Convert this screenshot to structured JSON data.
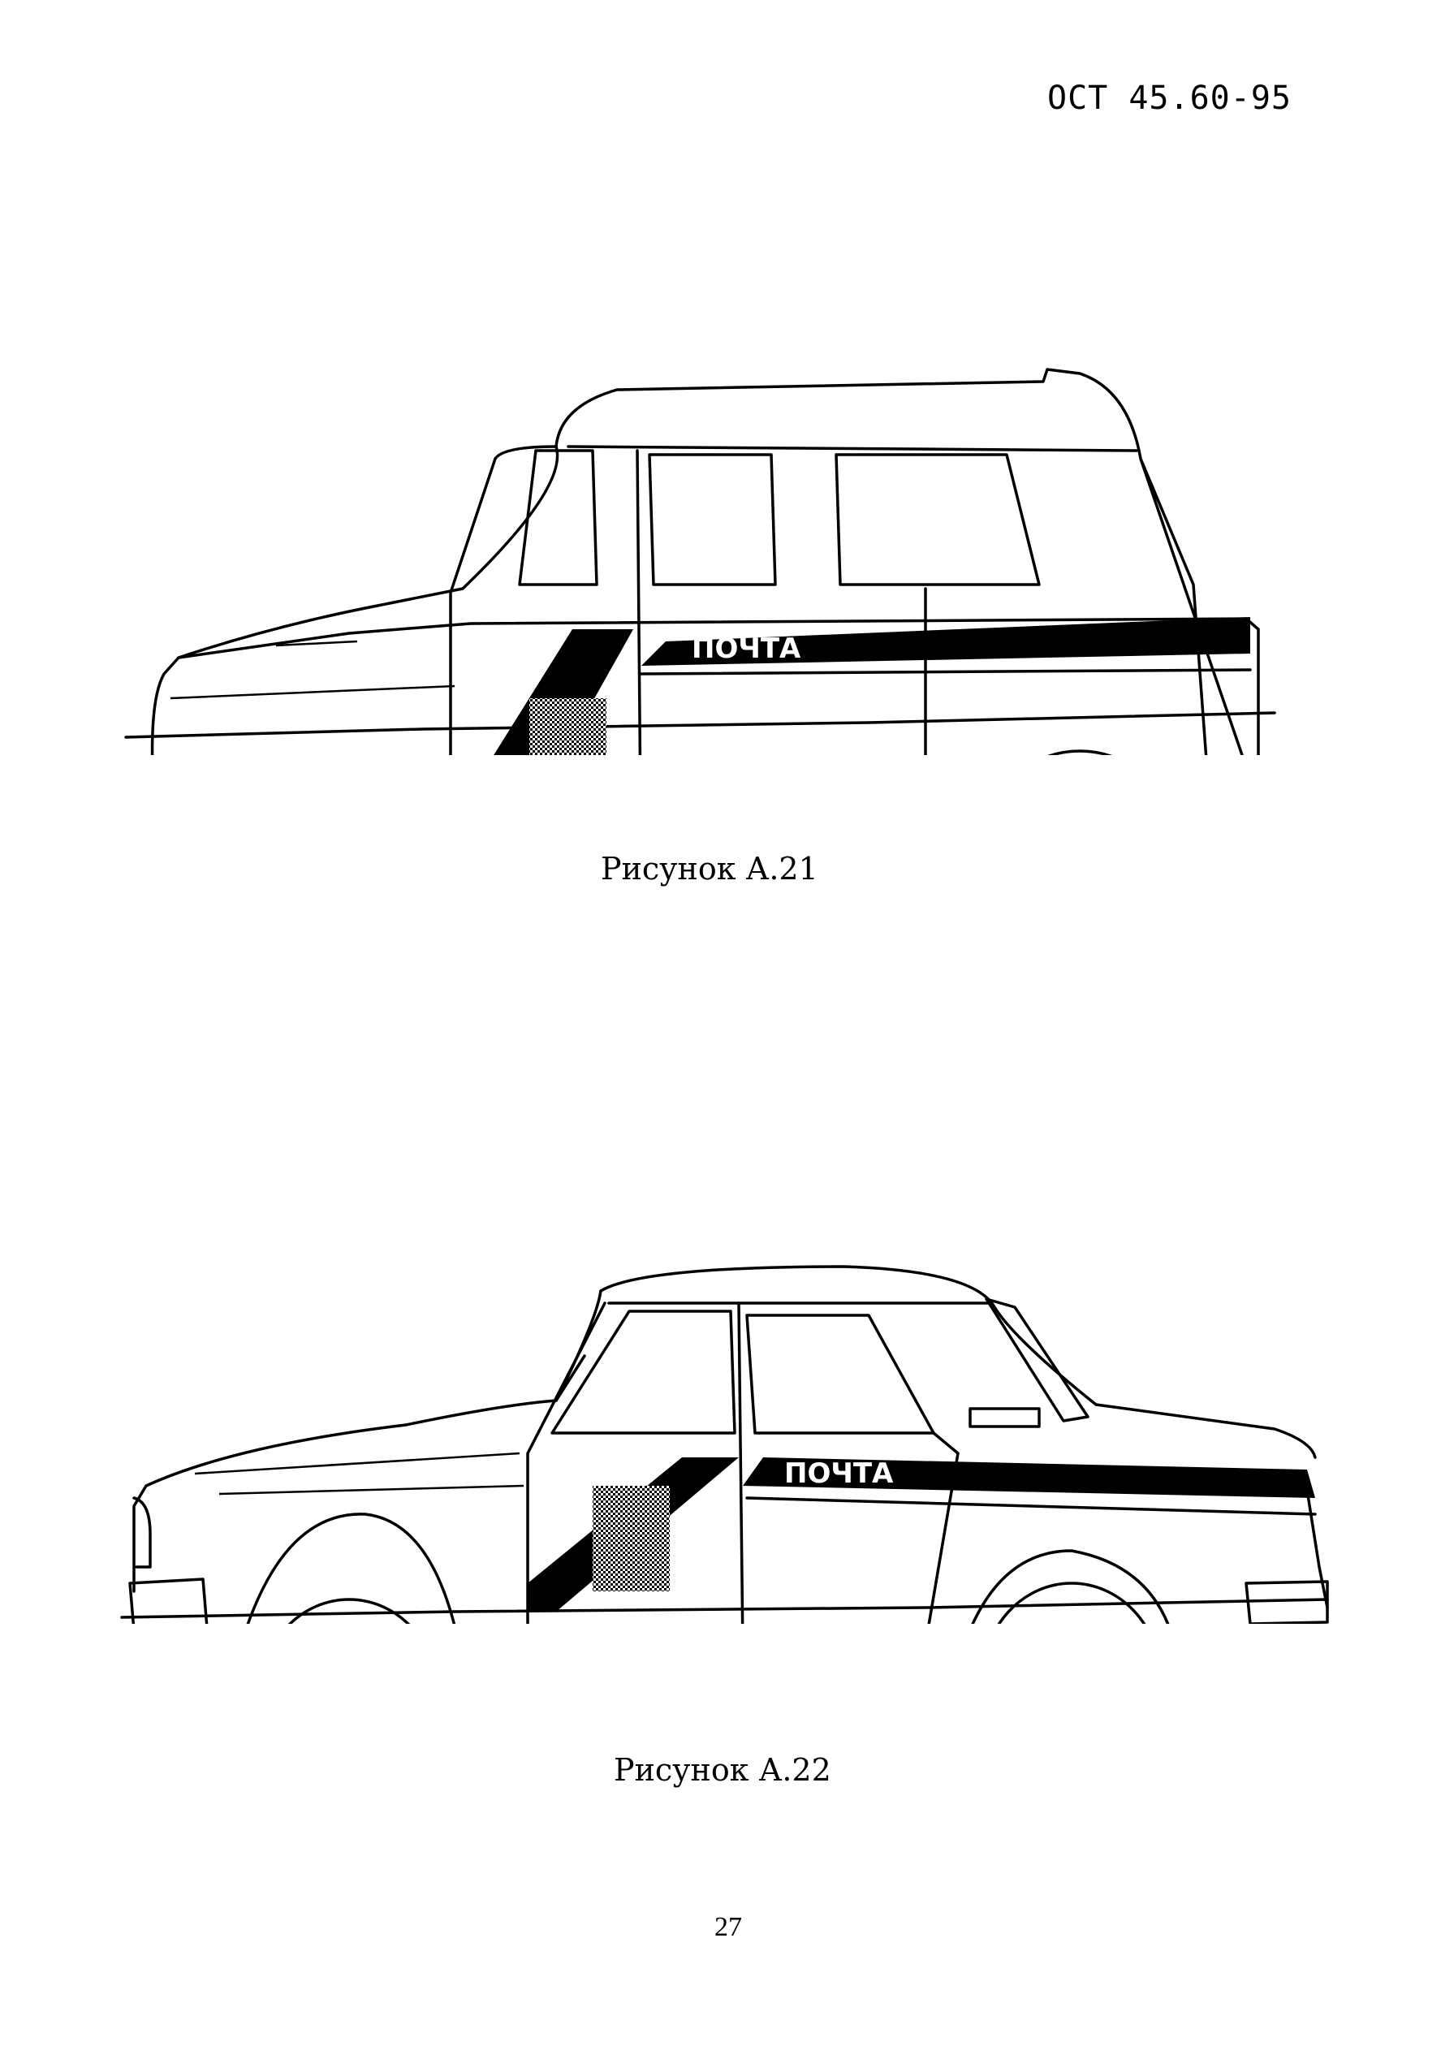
{
  "header": {
    "document_code": "ОСТ 45.60-95"
  },
  "figures": [
    {
      "id": "A.21",
      "caption": "Рисунок А.21",
      "vehicle": "station-wagon",
      "stripe_text": "ПОЧТА",
      "stripe_color": "#000000",
      "emblem_pattern": "checkered-gray"
    },
    {
      "id": "A.22",
      "caption": "Рисунок А.22",
      "vehicle": "sedan",
      "stripe_text": "ПОЧТА",
      "stripe_color": "#000000",
      "emblem_pattern": "checkered-gray"
    }
  ],
  "footer": {
    "page_number": "27"
  }
}
